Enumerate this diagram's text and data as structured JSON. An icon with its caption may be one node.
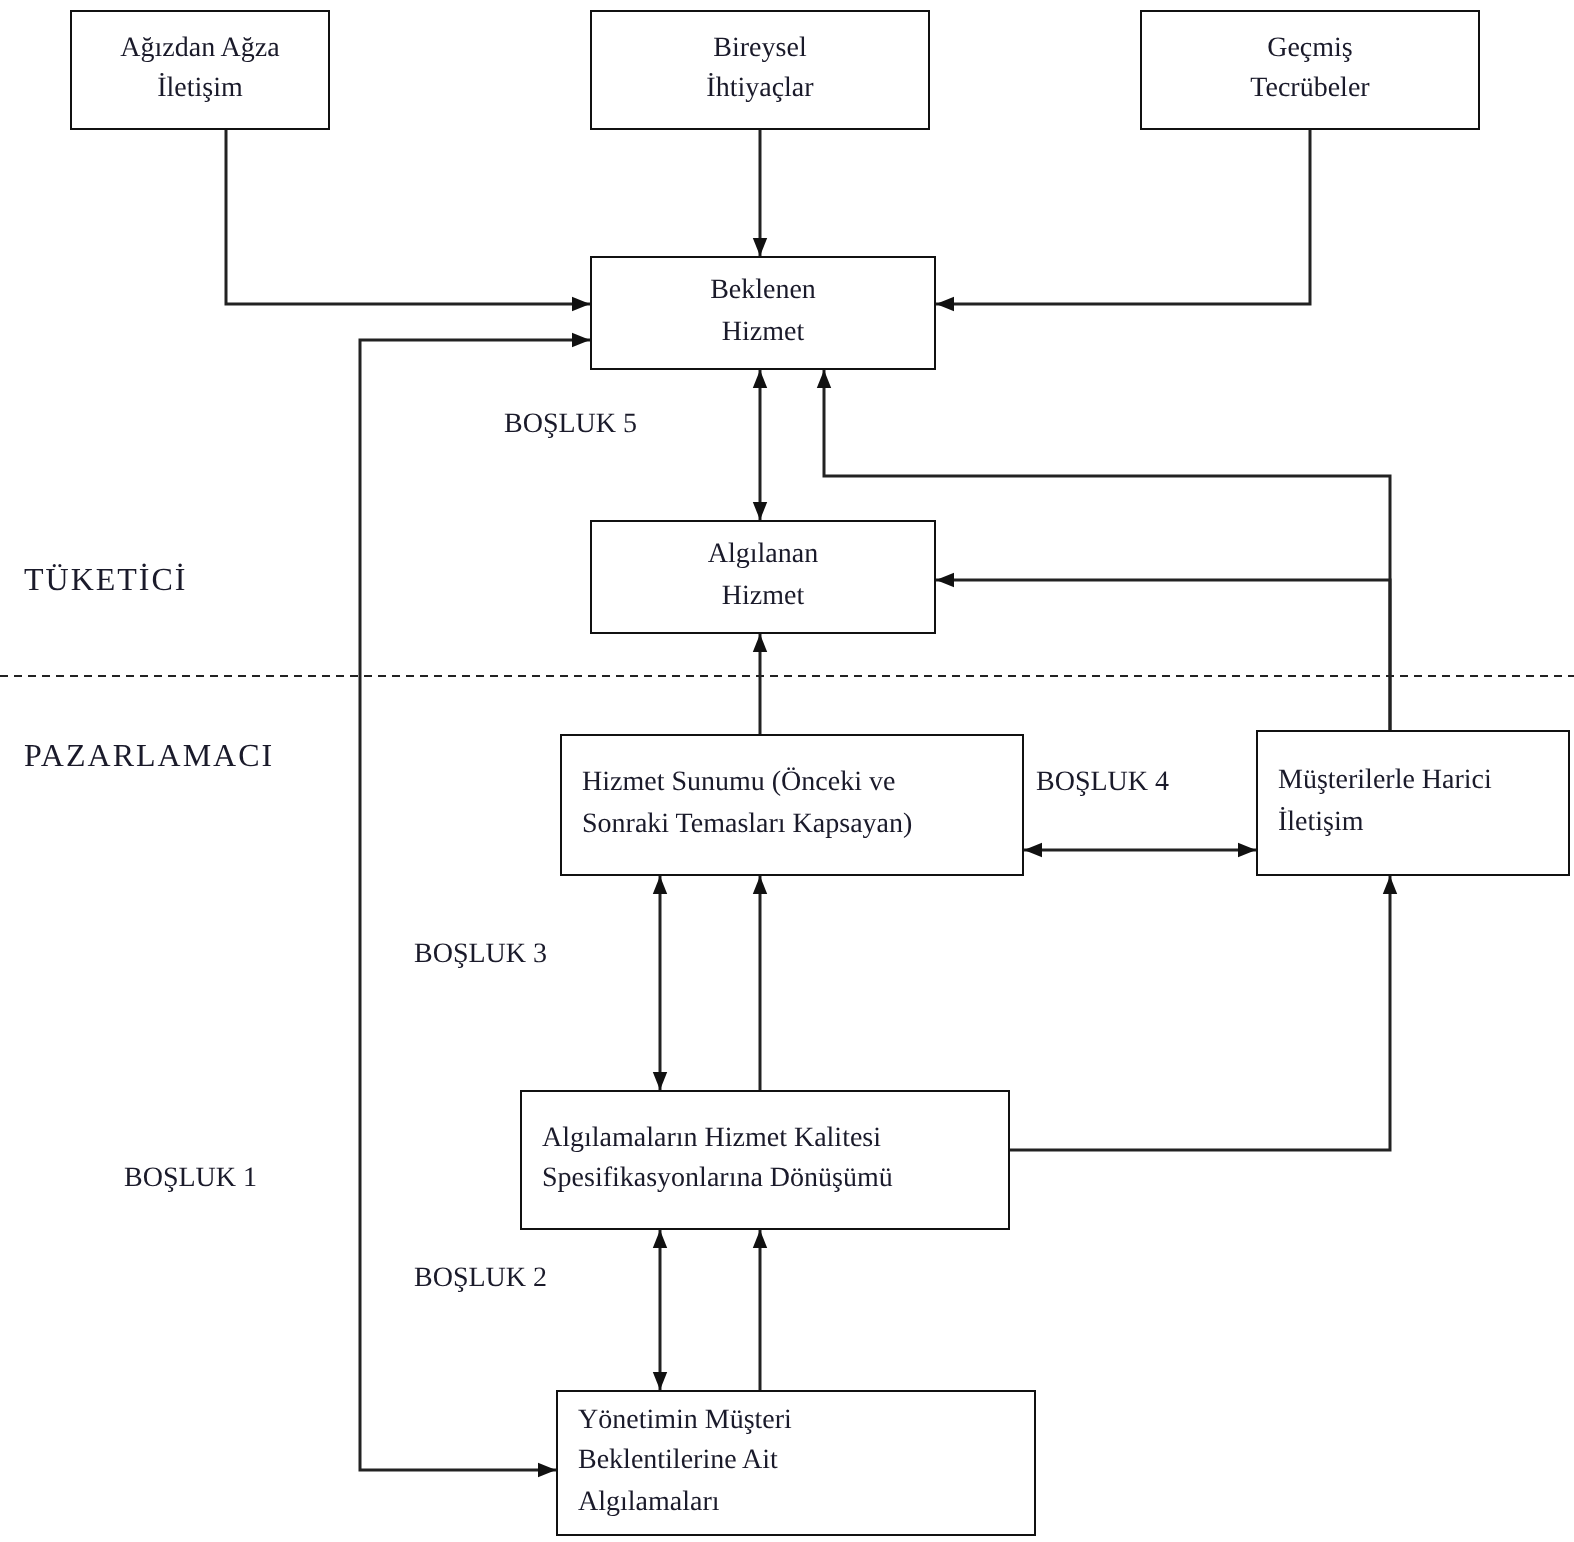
{
  "diagram": {
    "nodes": [
      {
        "text": [
          "Ağızdan Ağza İletişim"
        ]
      },
      {
        "text": [
          "Bireysel İhtiyaçlar"
        ]
      },
      {
        "text": [
          "Geçmiş Tecrübeler"
        ]
      },
      {
        "text": [
          "Beklenen Hizmet"
        ]
      },
      {
        "text": [
          "Algılanan Hizmet"
        ]
      },
      {
        "text": [
          "Hizmet Sunumu (Önceki ve Sonraki Temasları Kapsayan)"
        ]
      },
      {
        "text": [
          "Müşterilerle Harici İletişim"
        ]
      },
      {
        "text": [
          "Algılamaların Hizmet Kalitesi Spesifikasyonlarına Dönüşümü"
        ]
      },
      {
        "text": [
          "Yönetimin Müşteri Beklentilerine Ait Algılamaları"
        ]
      }
    ],
    "edges": [
      {
        "from": 0,
        "to": 3,
        "arrow": "to"
      },
      {
        "from": 1,
        "to": 3,
        "arrow": "to"
      },
      {
        "from": 2,
        "to": 3,
        "arrow": "to"
      },
      {
        "from": 3,
        "to": 4,
        "arrow": "both",
        "label": "BOŞLUK 5"
      },
      {
        "from": 6,
        "to": 3,
        "arrow": "to"
      },
      {
        "from": 6,
        "to": 4,
        "arrow": "to"
      },
      {
        "from": 5,
        "to": 4,
        "arrow": "to"
      },
      {
        "from": 5,
        "to": 6,
        "arrow": "both",
        "label": "BOŞLUK 4"
      },
      {
        "from": 7,
        "to": 5,
        "arrow": "both",
        "label": "BOŞLUK 3"
      },
      {
        "from": 7,
        "to": 5,
        "arrow": "to"
      },
      {
        "from": 7,
        "to": 6,
        "arrow": "to"
      },
      {
        "from": 8,
        "to": 7,
        "arrow": "both",
        "label": "BOŞLUK 2"
      },
      {
        "from": 8,
        "to": 7,
        "arrow": "to"
      },
      {
        "from": 8,
        "to": 3,
        "arrow": "both",
        "label": "BOŞLUK 1"
      }
    ],
    "labels": [
      "TÜKETİCİ",
      "PAZARLAMACI"
    ]
  }
}
